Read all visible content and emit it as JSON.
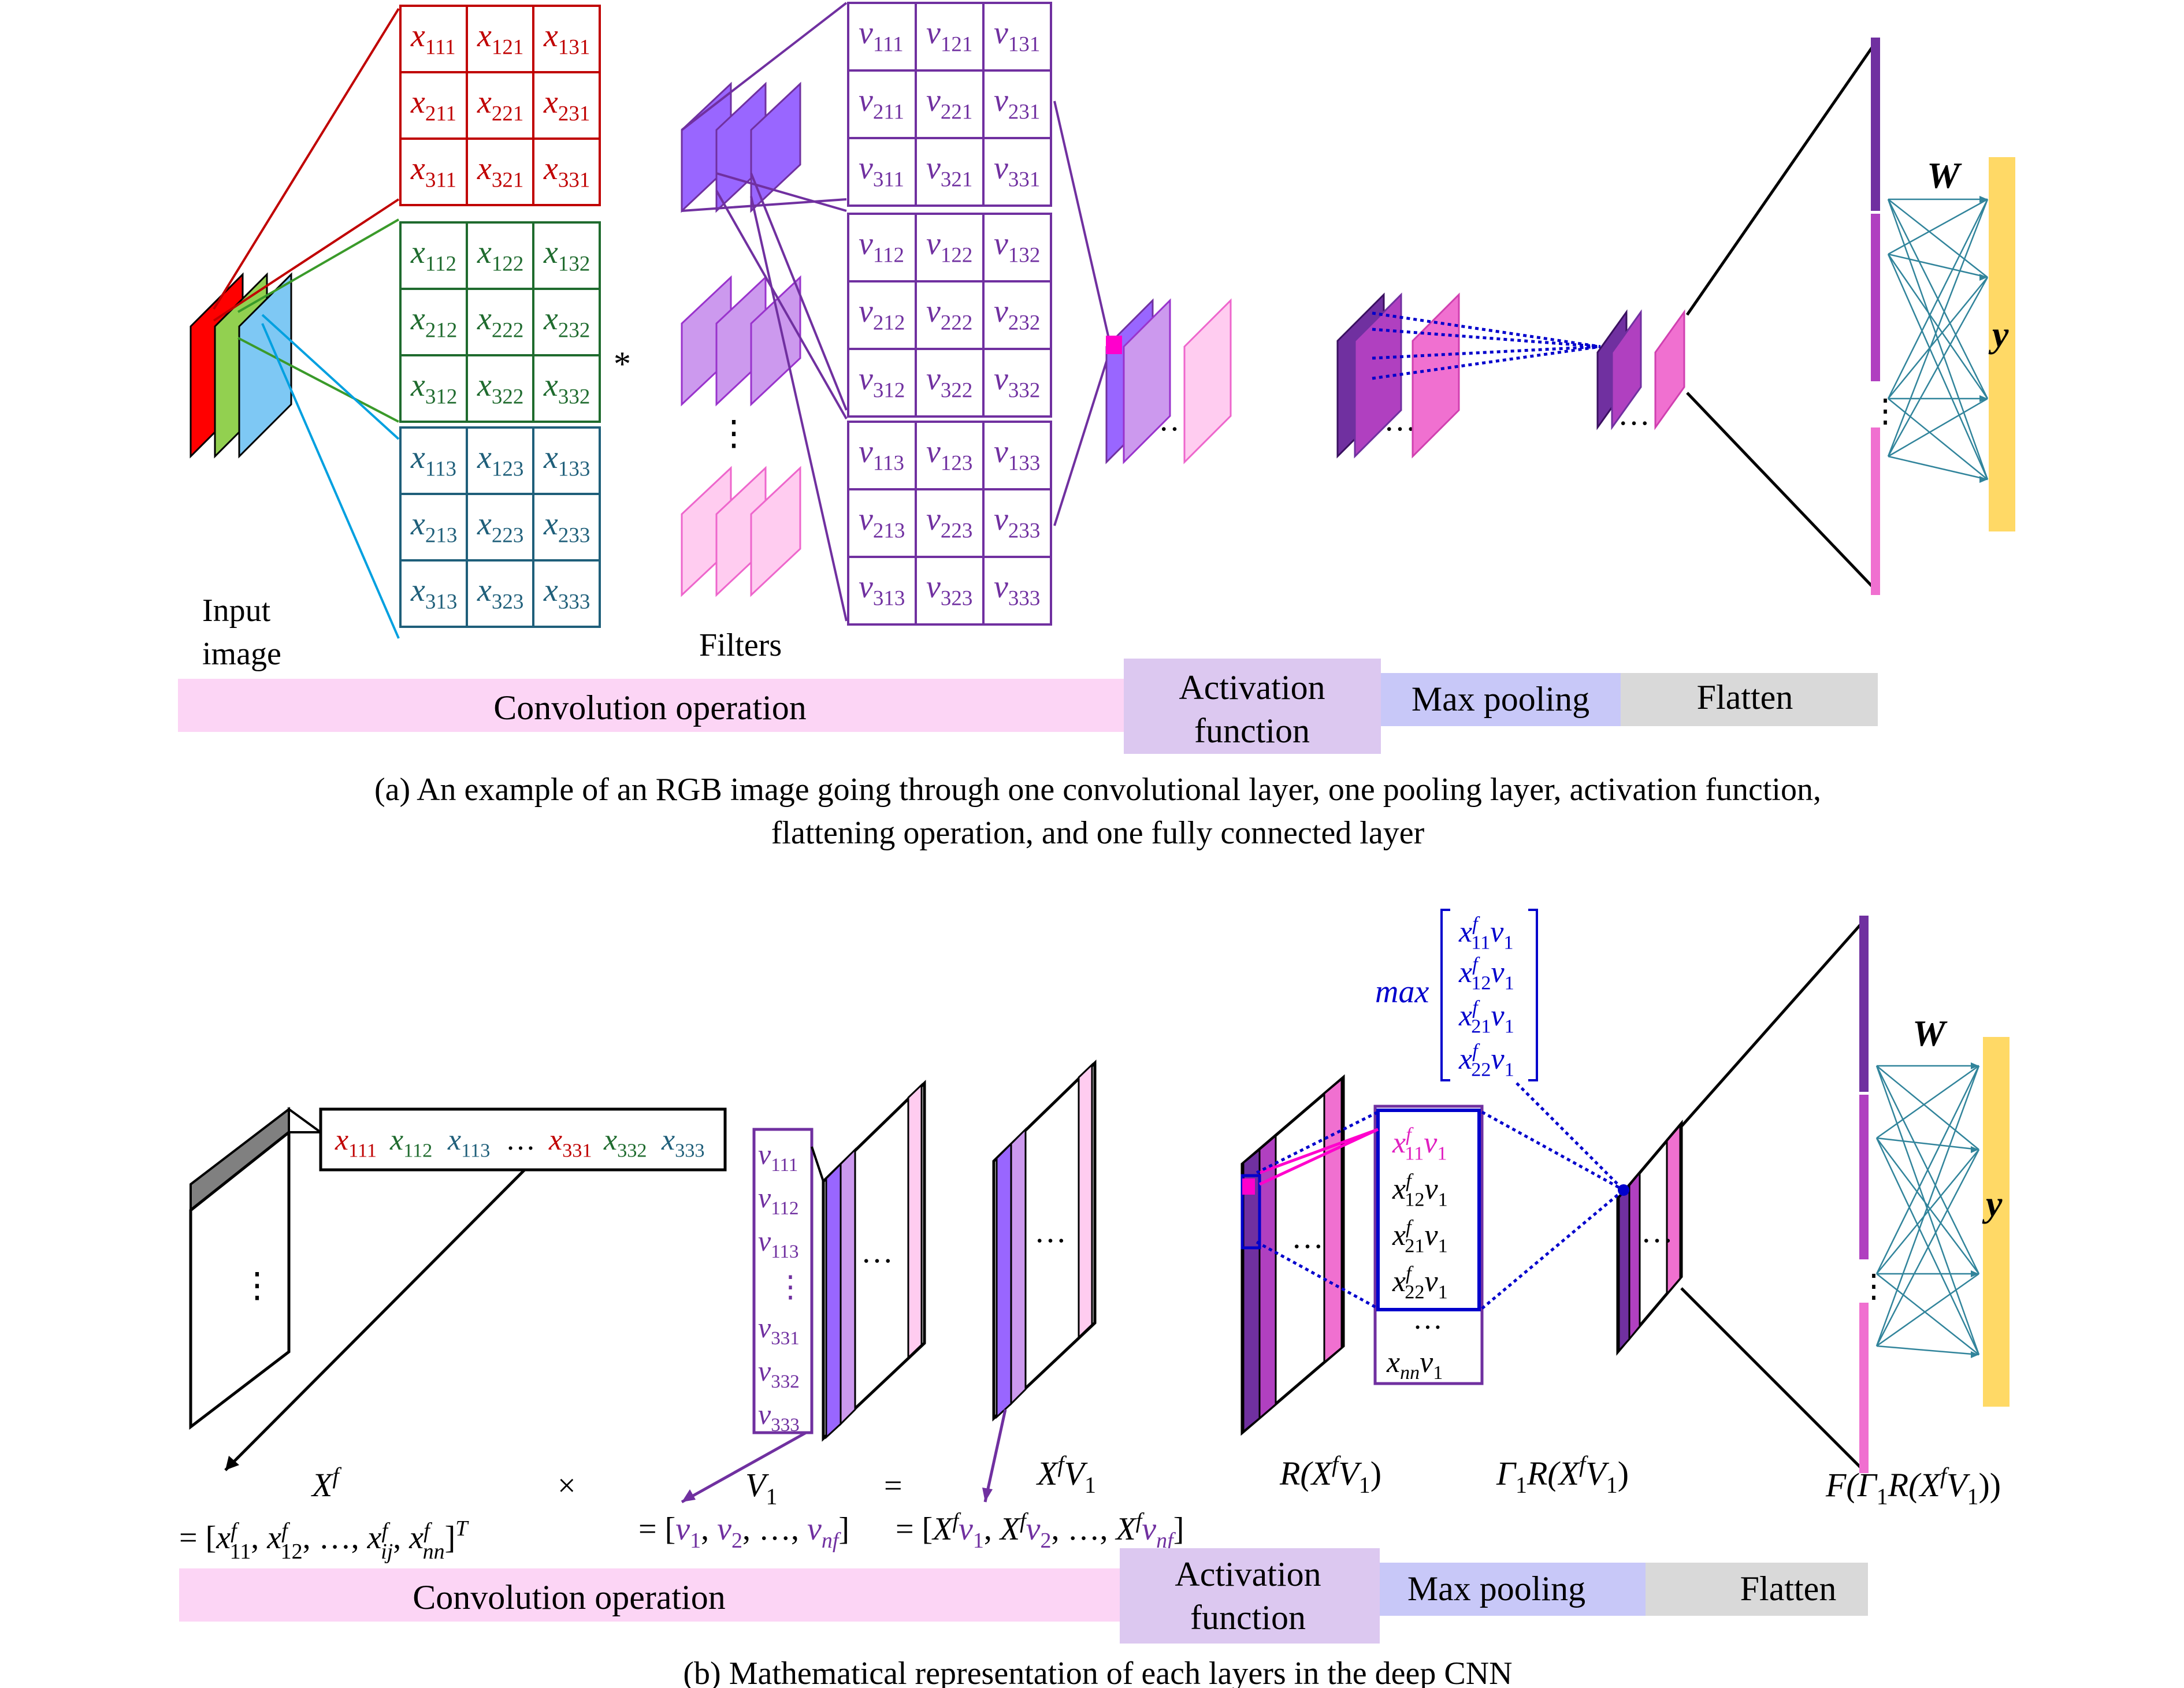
{
  "colors": {
    "red": "#c00000",
    "green": "#1f6b2e",
    "blue": "#1f5f7a",
    "purple": "#7030a0",
    "navy": "#0000cc",
    "magenta": "#e020c0",
    "pink_band": "#fcd5f5",
    "lavender_band": "#dcc8f0",
    "periwinkle_band": "#c8c8f8",
    "grey_band": "#d9d9d9",
    "yellow": "#ffd966"
  },
  "panel_a": {
    "input_label_1": "Input",
    "input_label_2": "image",
    "filters_label": "Filters",
    "star": "*",
    "vdots": "⋮",
    "hdots": "…",
    "x_grids": [
      {
        "color": "red",
        "cells": [
          [
            "111",
            "121",
            "131"
          ],
          [
            "211",
            "221",
            "231"
          ],
          [
            "311",
            "321",
            "331"
          ]
        ]
      },
      {
        "color": "green",
        "cells": [
          [
            "112",
            "122",
            "132"
          ],
          [
            "212",
            "222",
            "232"
          ],
          [
            "312",
            "322",
            "332"
          ]
        ]
      },
      {
        "color": "blue",
        "cells": [
          [
            "113",
            "123",
            "133"
          ],
          [
            "213",
            "223",
            "233"
          ],
          [
            "313",
            "323",
            "333"
          ]
        ]
      }
    ],
    "v_grids": [
      {
        "cells": [
          [
            "111",
            "121",
            "131"
          ],
          [
            "211",
            "221",
            "231"
          ],
          [
            "311",
            "321",
            "331"
          ]
        ]
      },
      {
        "cells": [
          [
            "112",
            "122",
            "132"
          ],
          [
            "212",
            "222",
            "232"
          ],
          [
            "312",
            "322",
            "332"
          ]
        ]
      },
      {
        "cells": [
          [
            "113",
            "123",
            "133"
          ],
          [
            "213",
            "223",
            "233"
          ],
          [
            "313",
            "323",
            "333"
          ]
        ]
      }
    ],
    "w_label": "W",
    "y_label": "y",
    "bands": {
      "convolution": "Convolution operation",
      "activation_1": "Activation",
      "activation_2": "function",
      "max_pooling": "Max pooling",
      "flatten": "Flatten"
    },
    "caption_1": "(a) An example of an RGB image going through one convolutional layer, one pooling layer, activation function,",
    "caption_2": "flattening operation, and one fully connected layer"
  },
  "panel_b": {
    "row_vector": [
      "111",
      "112",
      "113",
      "331",
      "332",
      "333"
    ],
    "v_column": [
      "111",
      "112",
      "113",
      "331",
      "332",
      "333"
    ],
    "max_label": "max",
    "max_entries": [
      "11",
      "12",
      "21",
      "22"
    ],
    "list_entries": [
      "11",
      "12",
      "21",
      "22"
    ],
    "last_entry": "nn",
    "labels": {
      "xf": "X",
      "times": "×",
      "v1": "V",
      "equals": "=",
      "xfv1": "X",
      "r": "R(X",
      "gamma": "Γ",
      "f": "F(Γ"
    },
    "w_label": "W",
    "y_label": "y",
    "bands": {
      "convolution": "Convolution operation",
      "activation_1": "Activation",
      "activation_2": "function",
      "max_pooling": "Max pooling",
      "flatten": "Flatten"
    },
    "caption": "(b) Mathematical representation of each layers in the deep CNN"
  }
}
